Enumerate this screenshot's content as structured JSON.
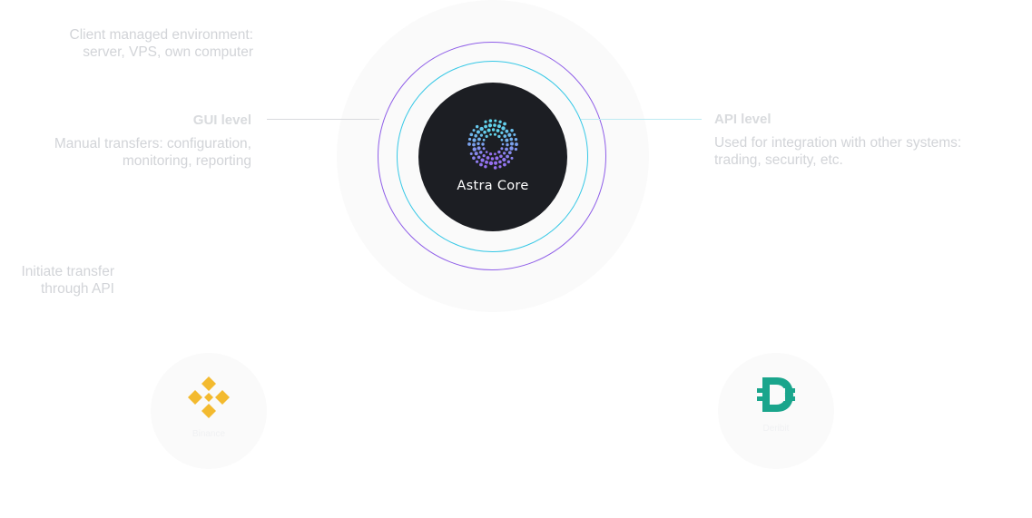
{
  "environment": {
    "line1": "Client managed environment:",
    "line2": "server, VPS, own computer"
  },
  "gui": {
    "title": "GUI level",
    "desc_line1": "Manual transfers: configuration,",
    "desc_line2": "monitoring, reporting"
  },
  "api": {
    "title": "API level",
    "desc_line1": "Used for integration with other systems:",
    "desc_line2": "trading, security, etc."
  },
  "initiate": {
    "line1": "Initiate transfer",
    "line2": "through API"
  },
  "core": {
    "label": "Astra Core"
  },
  "exchanges": {
    "binance": {
      "name": "Binance",
      "icon": "binance-logo",
      "color": "#f3ba2f"
    },
    "deribit": {
      "name": "Deribit",
      "icon": "deribit-logo",
      "color": "#1aa58c"
    }
  },
  "colors": {
    "core_bg": "#1c1e23",
    "ring_outer": "#8f5ee8",
    "ring_inner": "#36c8e6"
  }
}
